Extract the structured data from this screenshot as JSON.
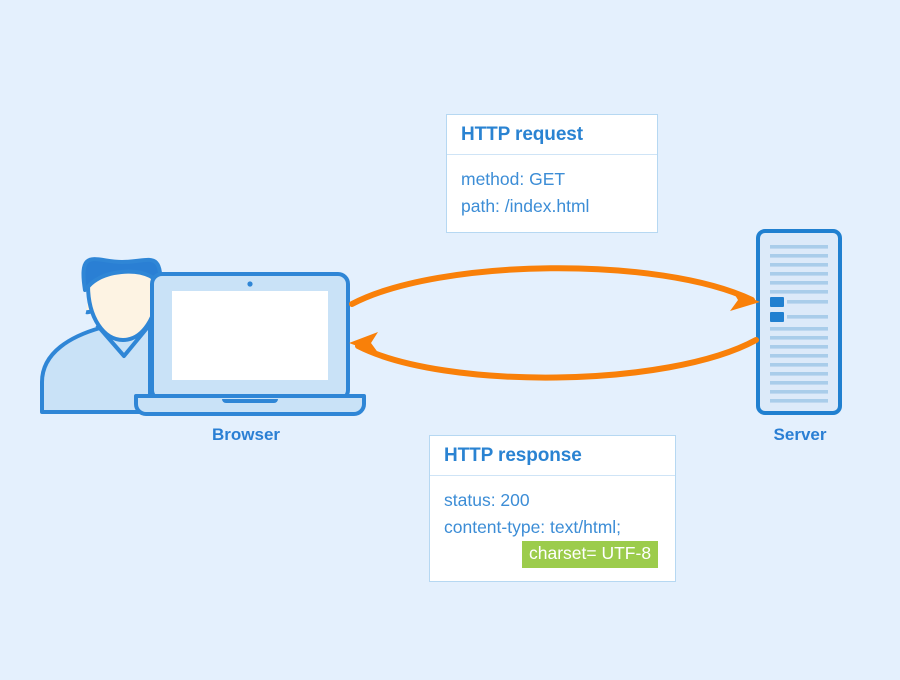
{
  "diagram": {
    "background_color": "#e4f0fd",
    "title_hidden": true
  },
  "request_box": {
    "header": "HTTP request",
    "lines": [
      {
        "text": "method: GET",
        "highlight": false,
        "indented": false
      },
      {
        "text": "path: /index.html",
        "highlight": false,
        "indented": false
      }
    ]
  },
  "response_box": {
    "header": "HTTP response",
    "lines": [
      {
        "text": "status: 200",
        "highlight": false,
        "indented": false
      },
      {
        "text": "content-type: text/html;",
        "highlight": false,
        "indented": false
      },
      {
        "text": "charset= UTF-8",
        "highlight": true,
        "indented": true
      }
    ],
    "highlight_color": "#9ccc4c",
    "highlight_text_color": "#ffffff"
  },
  "browser": {
    "caption": "Browser",
    "icon": "laptop-with-user-icon"
  },
  "server": {
    "caption": "Server",
    "icon": "server-rack-icon",
    "line_rows": 19,
    "marker_rows": [
      7,
      8
    ]
  },
  "arrows": [
    {
      "name": "request-arrow",
      "direction": "browser-to-server",
      "color": "#f98009"
    },
    {
      "name": "response-arrow",
      "direction": "server-to-browser",
      "color": "#f98009"
    }
  ],
  "colors": {
    "accent_blue": "#2a7fd4",
    "text_blue": "#3c8dd6",
    "outline_blue": "#2f86d6",
    "fill_light_blue": "#c9e2f7",
    "face_cream": "#fdf3e3",
    "hair_blue": "#2a7fd4",
    "orange": "#f98009",
    "green": "#9ccc4c",
    "white": "#ffffff"
  }
}
